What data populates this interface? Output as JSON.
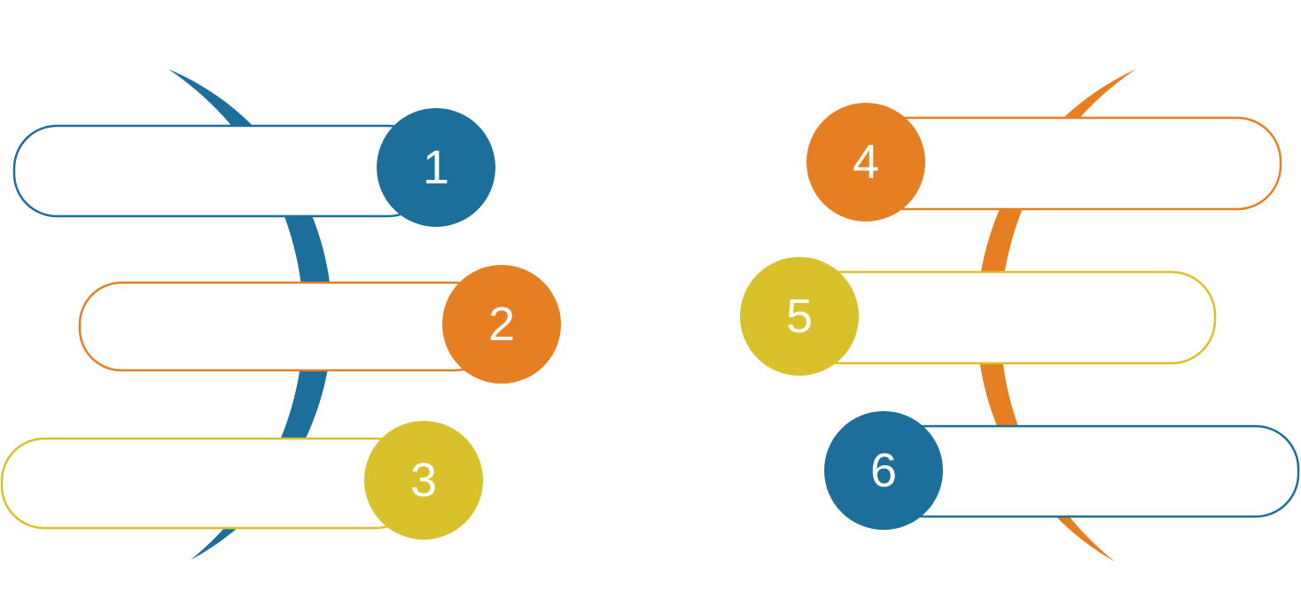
{
  "colors": {
    "blue": "#1b6f9a",
    "orange": "#e67e22",
    "yellow": "#d8c12b",
    "background": "#ffffff"
  },
  "steps": [
    {
      "number": "1",
      "text": "",
      "color": "#1b6f9a"
    },
    {
      "number": "2",
      "text": "",
      "color": "#e67e22"
    },
    {
      "number": "3",
      "text": "",
      "color": "#d8c12b"
    },
    {
      "number": "4",
      "text": "",
      "color": "#e67e22"
    },
    {
      "number": "5",
      "text": "",
      "color": "#d8c12b"
    },
    {
      "number": "6",
      "text": "",
      "color": "#1b6f9a"
    }
  ]
}
